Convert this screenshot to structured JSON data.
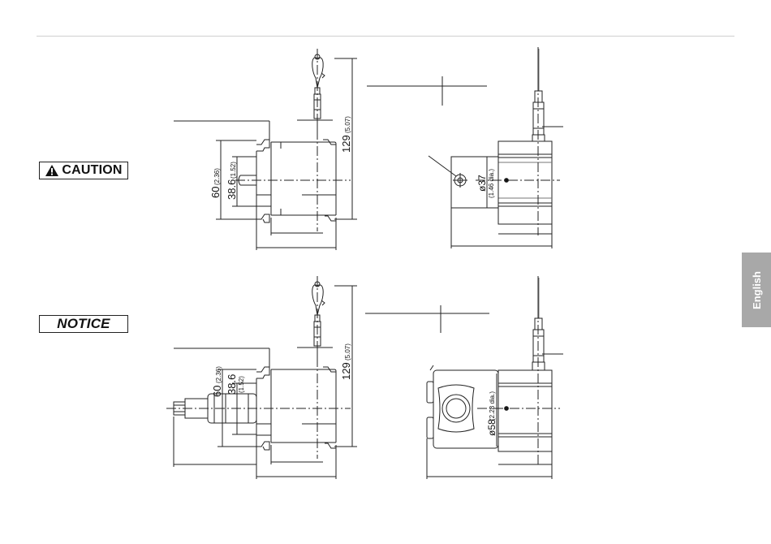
{
  "labels": {
    "caution": "CAUTION",
    "notice": "NOTICE",
    "language_tab": "English"
  },
  "dimensions": {
    "top_left": {
      "height_total": "129",
      "height_total_in": "(5.07)",
      "width_60": "60",
      "width_60_in": "(2.36)",
      "width_386": "38.6",
      "width_386_in": "(1.52)"
    },
    "top_right": {
      "diameter": "ø37",
      "diameter_in": "(1.46 dia.)"
    },
    "bottom_left": {
      "height_total": "129",
      "height_total_in": "(5.07)",
      "width_60": "60",
      "width_60_in": "(2.36)",
      "width_386": "38.6",
      "width_386_in": "(1.52)"
    },
    "bottom_right": {
      "diameter": "ø58",
      "diameter_in": "(2.28 dia.)"
    }
  },
  "colors": {
    "line": "#222222",
    "rule": "#cfcfcf",
    "tab_bg": "#a8a8a8"
  },
  "icons": {
    "caution": "warning-triangle-icon"
  }
}
